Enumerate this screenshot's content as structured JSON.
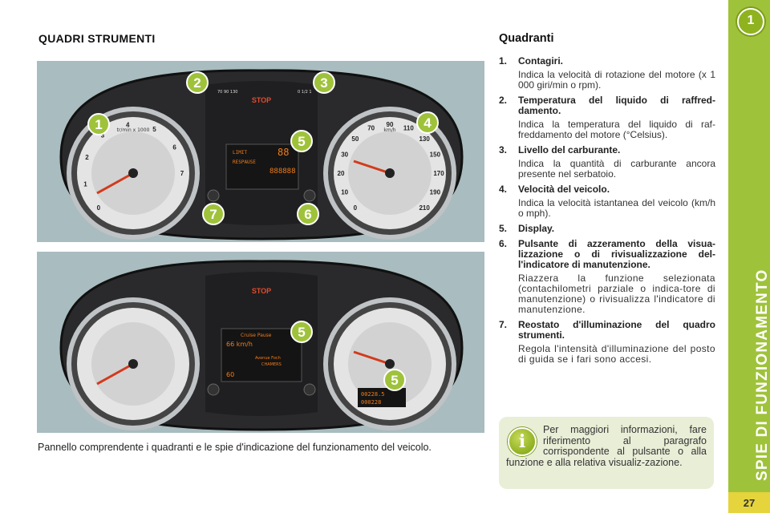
{
  "left": {
    "title": "QUADRI STRUMENTI",
    "caption": "Pannello comprendente i quadranti e le spie d'indicazione del funzionamento del veicolo.",
    "gauge_texts": {
      "rpm_unit": "tr/min x 1000",
      "speed_unit": "km/h",
      "stop": "STOP",
      "tach_numbers": [
        "0",
        "1",
        "2",
        "3",
        "4",
        "5",
        "6",
        "7"
      ],
      "speed_numbers": [
        "0",
        "10",
        "20",
        "30",
        "50",
        "70",
        "90",
        "110",
        "130",
        "150",
        "170",
        "190",
        "210"
      ],
      "temp_ticks": [
        "70",
        "90",
        "130"
      ],
      "fuel_ticks": [
        "0",
        "1/2",
        "1"
      ],
      "display1_cruise": "LIMIT",
      "display1_mid": "RESPAUSE",
      "display1_digits": "88",
      "display1_odo": "888888",
      "display2_mode": "Cruise  Pause",
      "display2_speed": "66",
      "display2_unit": "km/h",
      "display2_street": "Avenue Foch",
      "display2_city": "CHAMERS",
      "display2_limit": "60",
      "display2_odo1": "00228.5",
      "display2_odo2": "000228"
    },
    "callouts_top": [
      "1",
      "2",
      "3",
      "4",
      "5",
      "6",
      "7"
    ],
    "callouts_bottom": [
      "5",
      "5"
    ]
  },
  "right": {
    "title": "Quadranti",
    "items": [
      {
        "num": "1.",
        "title": "Contagiri.",
        "desc": "Indica la velocità di rotazione del motore (x 1 000 giri/min o rpm)."
      },
      {
        "num": "2.",
        "title": "Temperatura del liquido di raffred-damento.",
        "desc": "Indica la temperatura del liquido di raf-freddamento del motore (°Celsius)."
      },
      {
        "num": "3.",
        "title": "Livello del carburante.",
        "desc": "Indica la quantità di carburante ancora presente nel serbatoio."
      },
      {
        "num": "4.",
        "title": "Velocità del veicolo.",
        "desc": "Indica la velocità istantanea del veicolo (km/h o mph)."
      },
      {
        "num": "5.",
        "title": "Display.",
        "desc": ""
      },
      {
        "num": "6.",
        "title": "Pulsante di azzeramento della visua-lizzazione o di rivisualizzazione del-l'indicatore di manutenzione.",
        "desc": "Riazzera la funzione selezionata (contachilometri parziale o indica-tore di manutenzione) o rivisualizza l'indicatore di manutenzione."
      },
      {
        "num": "7.",
        "title": "Reostato d'illuminazione del quadro strumenti.",
        "desc": "Regola l'intensità d'illuminazione del posto di guida se i fari sono accesi."
      }
    ],
    "info": {
      "icon": "info-icon",
      "text": "Per maggiori informazioni, fare riferimento al paragrafo corrispondente al pulsante o alla funzione e alla relativa visualiz-zazione."
    }
  },
  "sidebar": {
    "chapter": "1",
    "title": "SPIE DI FUNZIONAMENTO",
    "page": "27",
    "color": "#9fc23b"
  }
}
